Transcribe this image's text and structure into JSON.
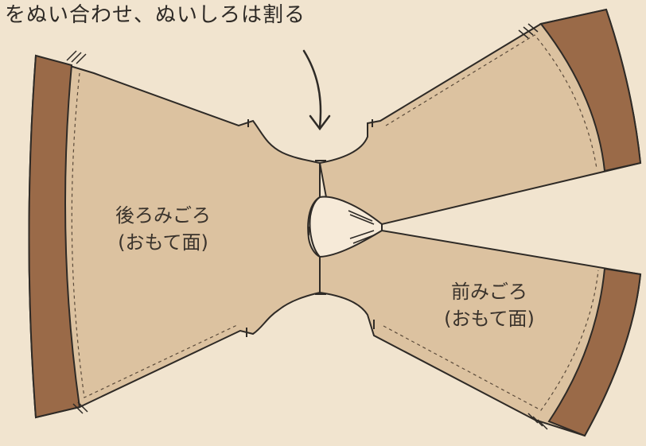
{
  "instruction": "をぬい合わせ、ぬいしろは割る",
  "back_piece": {
    "name": "後ろみごろ",
    "side": "(おもて面)"
  },
  "front_piece": {
    "name": "前みごろ",
    "side": "(おもて面)"
  },
  "colors": {
    "background": "#f1e4cf",
    "fabric": "#dcc2a0",
    "hem_band": "#9a6a48",
    "outline": "#2e2a26"
  }
}
